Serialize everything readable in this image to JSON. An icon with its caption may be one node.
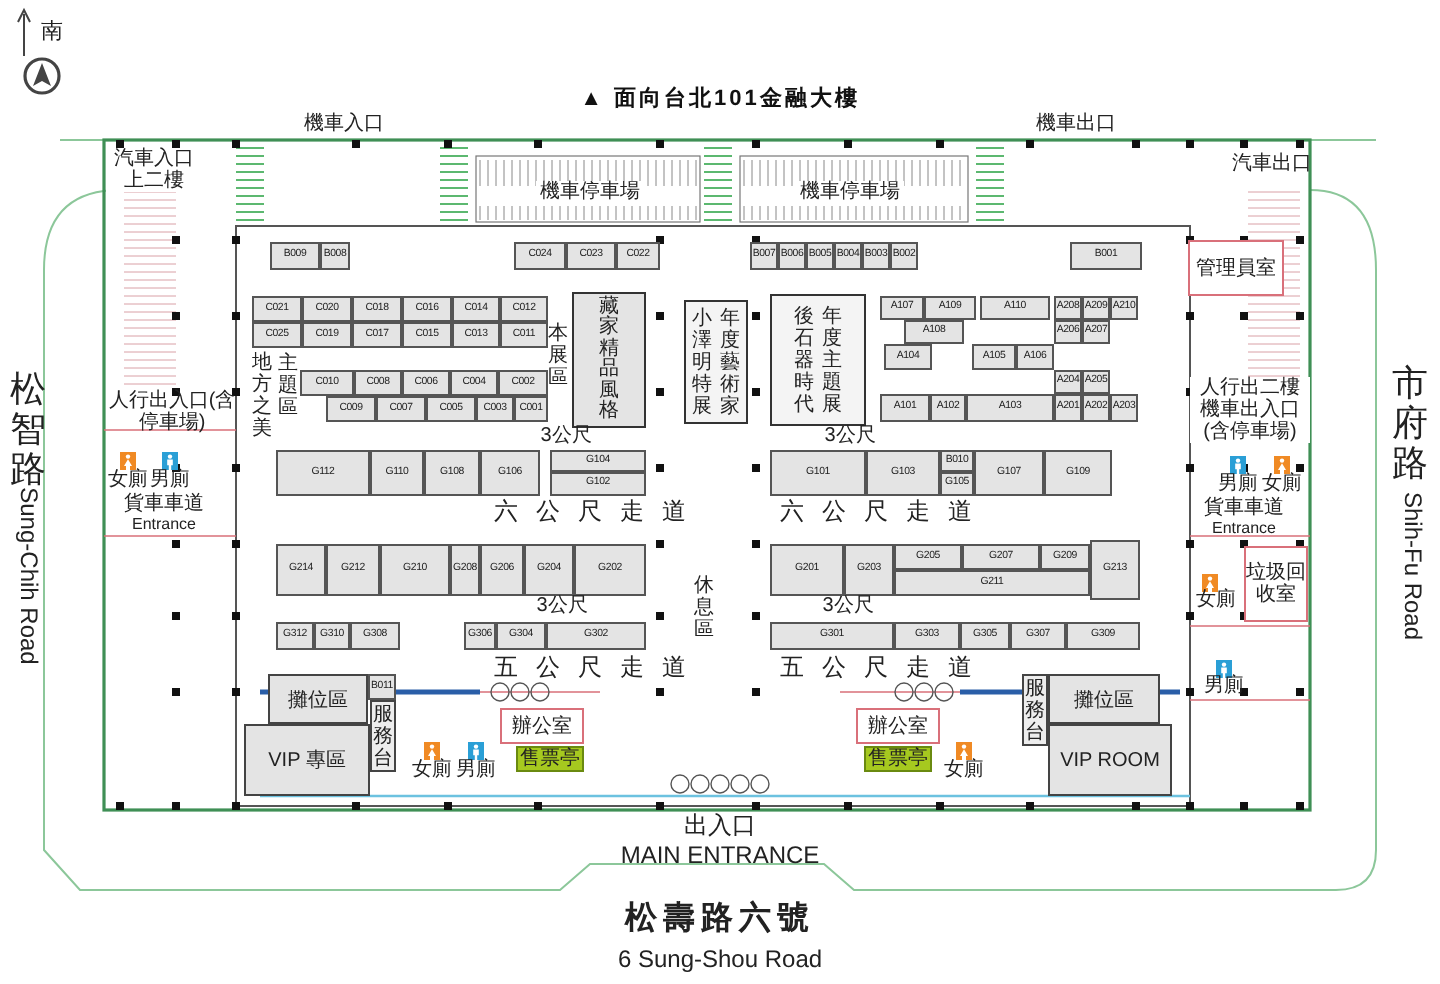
{
  "diagram": {
    "title": "▲ 面向台北101金融大樓",
    "nodes": [
      {
        "text": [
          "B009"
        ]
      },
      {
        "text": [
          "B008"
        ]
      },
      {
        "text": [
          "C024"
        ]
      },
      {
        "text": [
          "C023"
        ]
      },
      {
        "text": [
          "C022"
        ]
      },
      {
        "text": [
          "B007"
        ]
      },
      {
        "text": [
          "B006"
        ]
      },
      {
        "text": [
          "B005"
        ]
      },
      {
        "text": [
          "B004"
        ]
      },
      {
        "text": [
          "B003"
        ]
      },
      {
        "text": [
          "B002"
        ]
      },
      {
        "text": [
          "B001"
        ]
      },
      {
        "text": [
          "管理員室"
        ]
      },
      {
        "text": [
          "C021"
        ]
      },
      {
        "text": [
          "C020"
        ]
      },
      {
        "text": [
          "C018"
        ]
      },
      {
        "text": [
          "C016"
        ]
      },
      {
        "text": [
          "C014"
        ]
      },
      {
        "text": [
          "C012"
        ]
      },
      {
        "text": [
          "C025"
        ]
      },
      {
        "text": [
          "C019"
        ]
      },
      {
        "text": [
          "C017"
        ]
      },
      {
        "text": [
          "C015"
        ]
      },
      {
        "text": [
          "C013"
        ]
      },
      {
        "text": [
          "C011"
        ]
      },
      {
        "text": [
          "藏家精品風格"
        ]
      },
      {
        "text": [
          "小澤明特展",
          "年度藝術家"
        ]
      },
      {
        "text": [
          "後石器時代",
          "年度主題展"
        ]
      },
      {
        "text": [
          "A107"
        ]
      },
      {
        "text": [
          "A109"
        ]
      },
      {
        "text": [
          "A110"
        ]
      },
      {
        "text": [
          "A208"
        ]
      },
      {
        "text": [
          "A209"
        ]
      },
      {
        "text": [
          "A210"
        ]
      },
      {
        "text": [
          "A108"
        ]
      },
      {
        "text": [
          "A206"
        ]
      },
      {
        "text": [
          "A207"
        ]
      },
      {
        "text": [
          "A104"
        ]
      },
      {
        "text": [
          "A105"
        ]
      },
      {
        "text": [
          "A106"
        ]
      },
      {
        "text": [
          "A204"
        ]
      },
      {
        "text": [
          "A205"
        ]
      },
      {
        "text": [
          "C010"
        ]
      },
      {
        "text": [
          "C008"
        ]
      },
      {
        "text": [
          "C006"
        ]
      },
      {
        "text": [
          "C004"
        ]
      },
      {
        "text": [
          "C002"
        ]
      },
      {
        "text": [
          "C009"
        ]
      },
      {
        "text": [
          "C007"
        ]
      },
      {
        "text": [
          "C005"
        ]
      },
      {
        "text": [
          "C003"
        ]
      },
      {
        "text": [
          "C001"
        ]
      },
      {
        "text": [
          "A101"
        ]
      },
      {
        "text": [
          "A102"
        ]
      },
      {
        "text": [
          "A103"
        ]
      },
      {
        "text": [
          "A201"
        ]
      },
      {
        "text": [
          "A202"
        ]
      },
      {
        "text": [
          "A203"
        ]
      },
      {
        "text": [
          "G112"
        ]
      },
      {
        "text": [
          "G110"
        ]
      },
      {
        "text": [
          "G108"
        ]
      },
      {
        "text": [
          "G106"
        ]
      },
      {
        "text": [
          "G104"
        ]
      },
      {
        "text": [
          "G102"
        ]
      },
      {
        "text": [
          "G101"
        ]
      },
      {
        "text": [
          "G103"
        ]
      },
      {
        "text": [
          "B010"
        ]
      },
      {
        "text": [
          "G105"
        ]
      },
      {
        "text": [
          "G107"
        ]
      },
      {
        "text": [
          "G109"
        ]
      },
      {
        "text": [
          "G214"
        ]
      },
      {
        "text": [
          "G212"
        ]
      },
      {
        "text": [
          "G210"
        ]
      },
      {
        "text": [
          "G208"
        ]
      },
      {
        "text": [
          "G206"
        ]
      },
      {
        "text": [
          "G204"
        ]
      },
      {
        "text": [
          "G202"
        ]
      },
      {
        "text": [
          "G201"
        ]
      },
      {
        "text": [
          "G203"
        ]
      },
      {
        "text": [
          "G205"
        ]
      },
      {
        "text": [
          "G207"
        ]
      },
      {
        "text": [
          "G209"
        ]
      },
      {
        "text": [
          "G211"
        ]
      },
      {
        "text": [
          "G213"
        ]
      },
      {
        "text": [
          "G312"
        ]
      },
      {
        "text": [
          "G310"
        ]
      },
      {
        "text": [
          "G308"
        ]
      },
      {
        "text": [
          "G306"
        ]
      },
      {
        "text": [
          "G304"
        ]
      },
      {
        "text": [
          "G302"
        ]
      },
      {
        "text": [
          "G301"
        ]
      },
      {
        "text": [
          "G303"
        ]
      },
      {
        "text": [
          "G305"
        ]
      },
      {
        "text": [
          "G307"
        ]
      },
      {
        "text": [
          "G309"
        ]
      },
      {
        "text": [
          "攤位區"
        ]
      },
      {
        "text": [
          "B011"
        ]
      },
      {
        "text": [
          "服務台"
        ]
      },
      {
        "text": [
          "VIP 專區"
        ]
      },
      {
        "text": [
          "辦公室"
        ]
      },
      {
        "text": [
          "售票亭"
        ]
      },
      {
        "text": [
          "辦公室"
        ]
      },
      {
        "text": [
          "售票亭"
        ]
      },
      {
        "text": [
          "服務台"
        ]
      },
      {
        "text": [
          "攤位區"
        ]
      },
      {
        "text": [
          "VIP ROOM"
        ]
      },
      {
        "text": [
          "垃圾回收室"
        ]
      }
    ],
    "labels": [
      "南",
      "機車入口",
      "機車出口",
      "汽車入口上二樓",
      "汽車出口",
      "機車停車場",
      "機車停車場",
      "地方之美",
      "主題區",
      "本展區",
      "人行出入口(含停車場)",
      "人行出二樓機車出入口(含停車場)",
      "松智路",
      "3公尺",
      "3公尺",
      "市府路",
      "女廁",
      "男廁",
      "男廁",
      "女廁",
      "貨車車道",
      "六公尺走道",
      "六公尺走道",
      "貨車車道",
      "Entrance",
      "Entrance",
      "Sung-Chih Road",
      "Shih-Fu Road",
      "3公尺",
      "休息區",
      "3公尺",
      "女廁",
      "五公尺走道",
      "五公尺走道",
      "男廁",
      "女廁",
      "男廁",
      "女廁",
      "出入口",
      "MAIN ENTRANCE",
      "松壽路六號",
      "6 Sung-Shou Road"
    ]
  }
}
